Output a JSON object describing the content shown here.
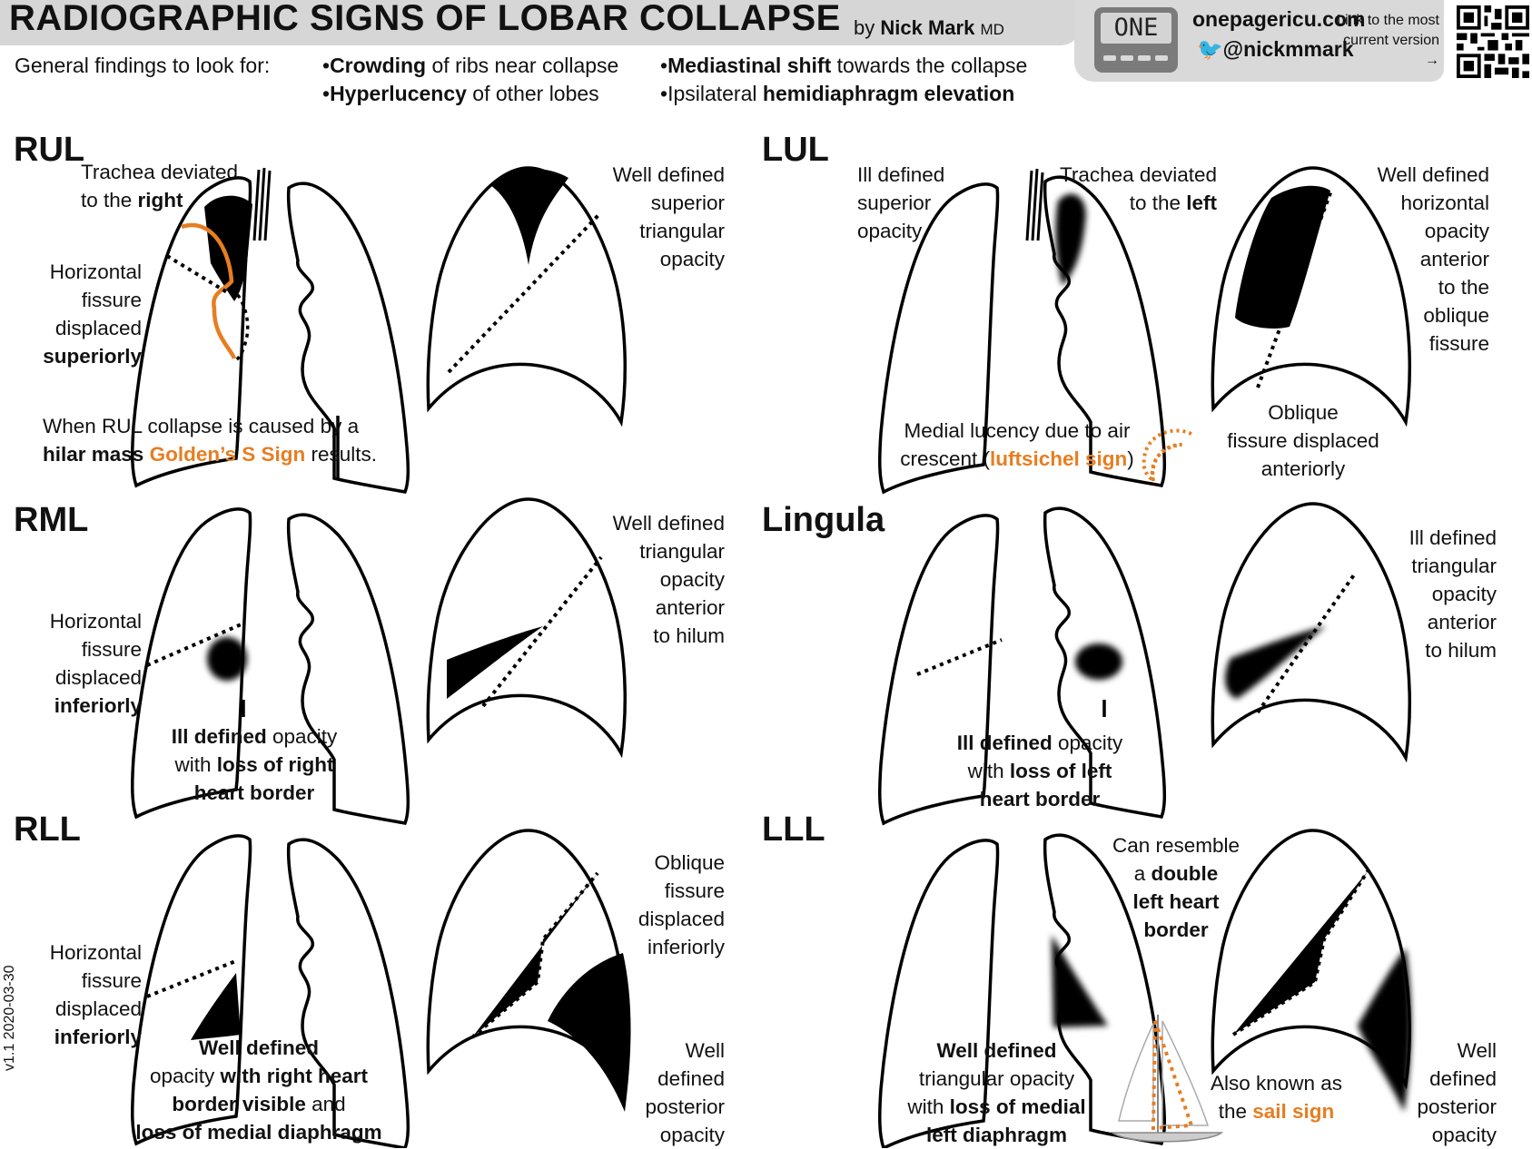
{
  "header": {
    "title": "RADIOGRAPHIC SIGNS OF LOBAR COLLAPSE",
    "by": "by",
    "author": "Nick Mark",
    "credential": "MD"
  },
  "brand": {
    "logo_text": "ONE",
    "site": "onepagericu.com",
    "twitter": "@nickmmark",
    "link_text": "Link to the most current version →",
    "qr": "qr-code"
  },
  "general": {
    "intro": "General findings to look for:",
    "f1_bold": "Crowding",
    "f1_rest": " of ribs near collapse",
    "f2_bold": "Hyperlucency",
    "f2_rest": " of other lobes",
    "f3_bold": "Mediastinal shift",
    "f3_rest": " towards the collapse",
    "f4_pre": "Ipsilateral ",
    "f4_bold": "hemidiaphragm elevation"
  },
  "rul": {
    "heading": "RUL",
    "trachea_1": "Trachea deviated",
    "trachea_2": "to the ",
    "trachea_bold": "right",
    "hfissure_1": "Horizontal",
    "hfissure_2": "fissure",
    "hfissure_3": "displaced",
    "hfissure_bold": "superiorly",
    "lateral_1": "Well defined",
    "lateral_2": "superior",
    "lateral_3": "triangular",
    "lateral_4": "opacity",
    "hilar_1": "When RUL collapse is caused by a",
    "hilar_bold": "hilar mass",
    "hilar_sign": "Golden’s S Sign",
    "hilar_end": " results."
  },
  "lul": {
    "heading": "LUL",
    "ill_1": "Ill defined",
    "ill_2": "superior",
    "ill_3": "opacity",
    "trachea_1": "Trachea deviated",
    "trachea_2": "to the ",
    "trachea_bold": "left",
    "lateral_1": "Well defined",
    "lateral_2": "horizontal",
    "lateral_3": "opacity",
    "lateral_4": "anterior",
    "lateral_5": "to the",
    "lateral_6": "oblique",
    "lateral_7": "fissure",
    "oblique_1": "Oblique",
    "oblique_2": "fissure displaced",
    "oblique_3": "anteriorly",
    "medial_1": "Medial lucency due to air",
    "medial_2": "crescent (",
    "medial_sign": "luftsichel sign",
    "medial_3": ")"
  },
  "rml": {
    "heading": "RML",
    "hfissure_1": "Horizontal",
    "hfissure_2": "fissure",
    "hfissure_3": "displaced",
    "hfissure_bold": "inferiorly",
    "ill_bold": "Ill defined",
    "ill_rest": " opacity",
    "with": "with ",
    "loss_bold": "loss of right",
    "heart_bold": "heart border",
    "lateral_1": "Well defined",
    "lateral_2": "triangular",
    "lateral_3": "opacity",
    "lateral_4": "anterior",
    "lateral_5": "to hilum"
  },
  "lingula": {
    "heading": "Lingula",
    "ill_bold": "Ill defined",
    "ill_rest": " opacity",
    "with": "with ",
    "loss_bold": "loss of left",
    "heart_bold": "heart border",
    "lateral_1": "Ill defined",
    "lateral_2": "triangular",
    "lateral_3": "opacity",
    "lateral_4": "anterior",
    "lateral_5": "to hilum"
  },
  "rll": {
    "heading": "RLL",
    "hfissure_1": "Horizontal",
    "hfissure_2": "fissure",
    "hfissure_3": "displaced",
    "hfissure_bold": "inferiorly",
    "well_bold": "Well defined",
    "line2_pre": "opacity ",
    "line2_bold": "with right heart",
    "line3_bold": "border visible",
    "line3_rest": " and",
    "line4_bold": "loss of medial diaphragm",
    "oblique_1": "Oblique",
    "oblique_2": "fissure",
    "oblique_3": "displaced",
    "oblique_4": "inferiorly",
    "post_1": "Well",
    "post_2": "defined",
    "post_3": "posterior",
    "post_4": "opacity"
  },
  "lll": {
    "heading": "LLL",
    "double_1": "Can resemble",
    "double_2": "a ",
    "double_bold": "double",
    "double_3": "left heart",
    "double_4": "border",
    "well_bold": "Well defined",
    "line2": "triangular opacity",
    "line3_pre": "with ",
    "line3_bold": "loss of medial",
    "line4_bold": "left diaphragm",
    "sail_1": "Also known as",
    "sail_2": "the ",
    "sail_sign": "sail sign",
    "post_1": "Well",
    "post_2": "defined",
    "post_3": "posterior",
    "post_4": "opacity"
  },
  "version": "v1.1 2020-03-30",
  "colors": {
    "accent_orange": "#e67e22",
    "header_gray": "#d6d6d6",
    "logo_gray": "#7b7b7b"
  }
}
